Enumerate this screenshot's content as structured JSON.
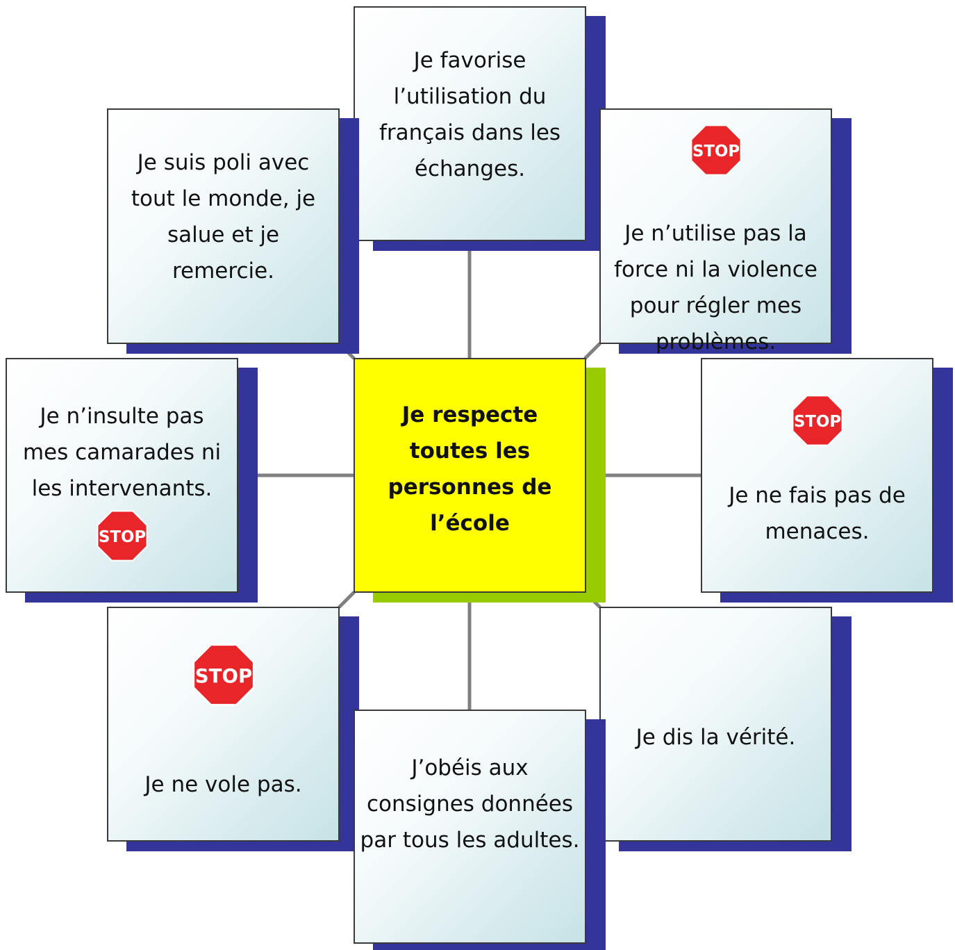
{
  "center": {
    "text": "Je respecte toutes les personnes de l’école"
  },
  "stop_sign": {
    "label": "STOP",
    "fill": "#e8262a",
    "icon": "stop-sign-icon"
  },
  "colors": {
    "shadow": "#34359a",
    "center_fill": "#ffff00",
    "center_shadow": "#99cc00",
    "connector": "#808080"
  },
  "rules": {
    "top": {
      "text": "Je favorise l’utilisation du français dans les échanges."
    },
    "top_left": {
      "text": "Je suis poli avec tout le monde, je salue et je remercie."
    },
    "top_right": {
      "text": "Je n’utilise pas la force ni la violence pour régler mes problèmes."
    },
    "left": {
      "text": "Je n’insulte pas mes camarades ni les intervenants."
    },
    "right": {
      "text": "Je ne fais pas de menaces."
    },
    "bottom_left": {
      "text": "Je ne vole pas."
    },
    "bottom": {
      "text": "J’obéis aux consignes données par tous les adultes."
    },
    "bottom_right": {
      "text": "Je dis la vérité."
    }
  }
}
